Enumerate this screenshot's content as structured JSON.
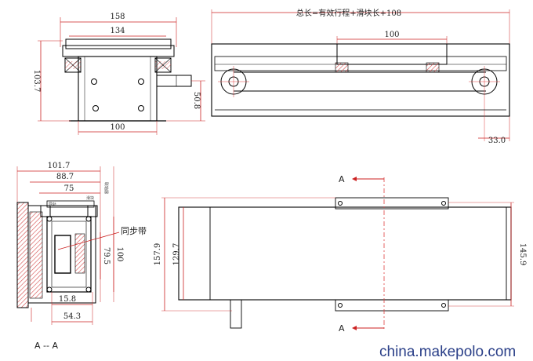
{
  "front_view": {
    "dim_width_total": "158",
    "dim_width_inner": "134",
    "dim_height_total": "103.7",
    "dim_base_width": "100",
    "dim_shaft_height": "50.8"
  },
  "side_view": {
    "dim_total_length": "总长=有效行程+滑块长+108",
    "dim_slider_length": "100",
    "dim_pulley_offset": "33.0"
  },
  "section_view": {
    "dim_width_1": "101.7",
    "dim_width_2": "88.7",
    "dim_width_3": "75",
    "dim_height_1": "79.5",
    "dim_height_2": "100",
    "dim_bottom_1": "15.8",
    "dim_bottom_2": "54.3",
    "label_belt": "同步带",
    "label_section": "A -- A",
    "tiny_note_1": "导轨",
    "tiny_note_2": "滑块",
    "tiny_note_3": "联轴器"
  },
  "top_view": {
    "dim_outer_height": "157.9",
    "dim_inner_height": "129.7",
    "dim_right_height": "145.9",
    "section_mark_top": "A",
    "section_mark_bottom": "A"
  },
  "watermark": "china.makepolo.com",
  "colors": {
    "line": "#000000",
    "dimension": "#cc2222",
    "hatch": "#d44a4a",
    "centerline": "#e04040",
    "watermark": "#2a3f88"
  }
}
